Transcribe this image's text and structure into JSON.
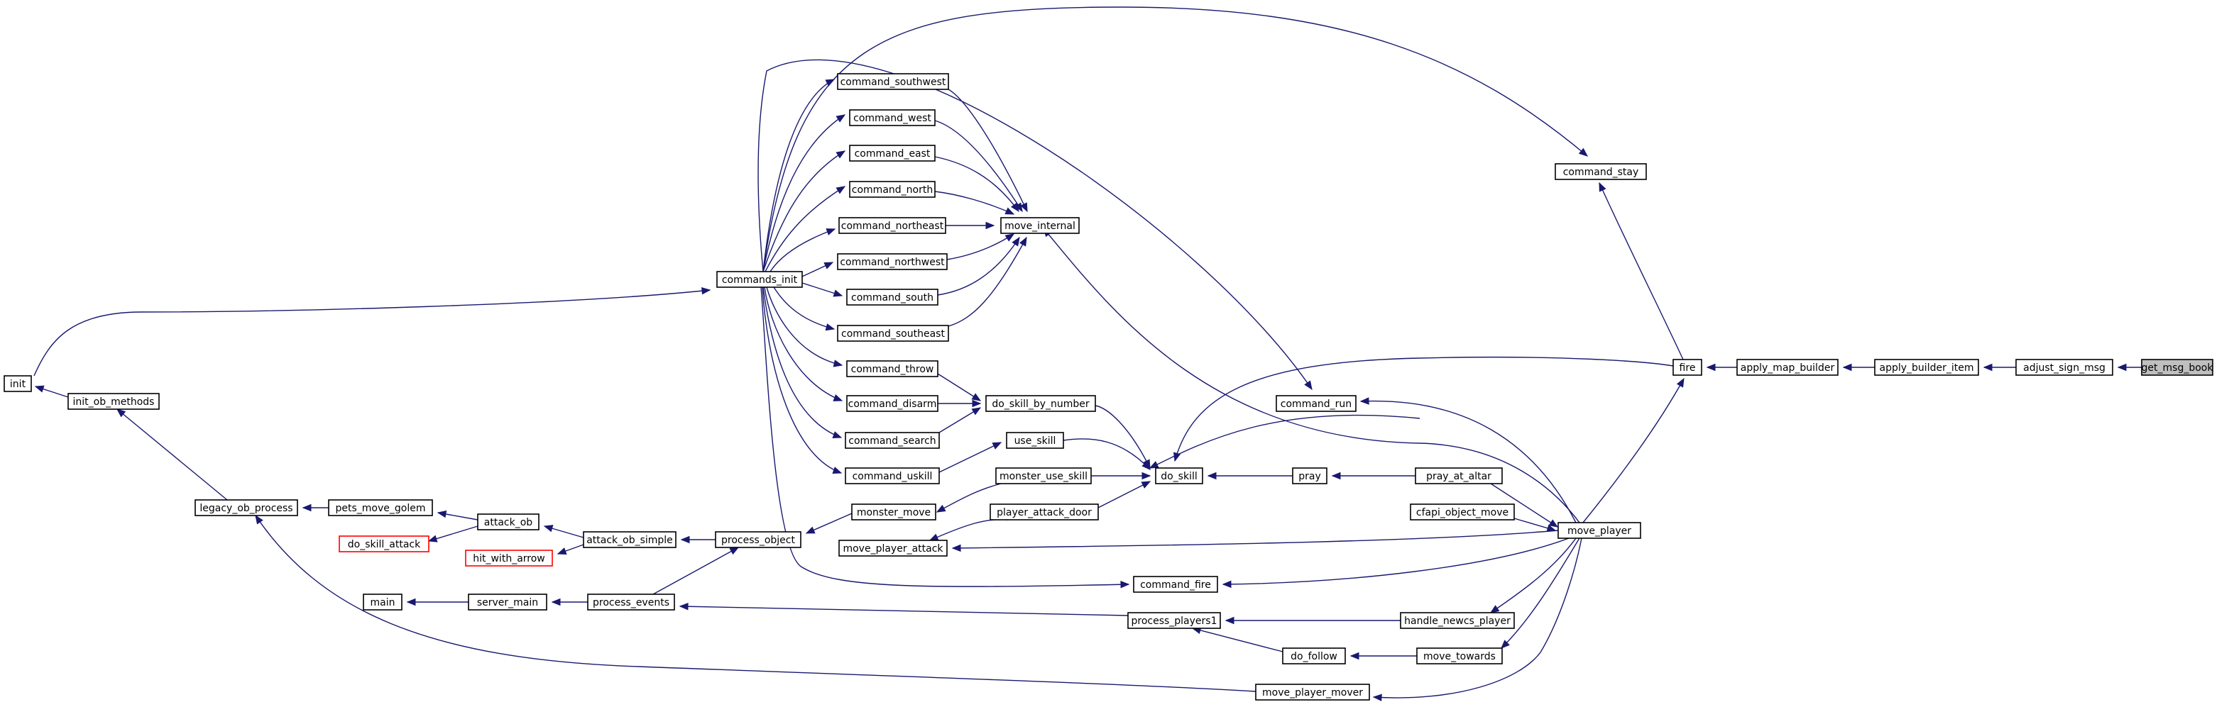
{
  "nodes": {
    "get_msg_book": "get_msg_book",
    "adjust_sign_msg": "adjust_sign_msg",
    "apply_builder_item": "apply_builder_item",
    "apply_map_builder": "apply_map_builder",
    "fire": "fire",
    "command_stay": "command_stay",
    "command_run": "command_run",
    "move_player": "move_player",
    "cfapi_object_move": "cfapi_object_move",
    "pray_at_altar": "pray_at_altar",
    "pray": "pray",
    "do_skill": "do_skill",
    "use_skill": "use_skill",
    "monster_use_skill": "monster_use_skill",
    "player_attack_door": "player_attack_door",
    "do_skill_by_number": "do_skill_by_number",
    "move_internal": "move_internal",
    "command_southwest": "command_southwest",
    "command_west": "command_west",
    "command_east": "command_east",
    "command_north": "command_north",
    "command_northeast": "command_northeast",
    "command_northwest": "command_northwest",
    "command_south": "command_south",
    "command_southeast": "command_southeast",
    "command_throw": "command_throw",
    "command_disarm": "command_disarm",
    "command_search": "command_search",
    "command_uskill": "command_uskill",
    "commands_init": "commands_init",
    "init": "init",
    "init_ob_methods": "init_ob_methods",
    "legacy_ob_process": "legacy_ob_process",
    "pets_move_golem": "pets_move_golem",
    "attack_ob": "attack_ob",
    "do_skill_attack": "do_skill_attack",
    "hit_with_arrow": "hit_with_arrow",
    "attack_ob_simple": "attack_ob_simple",
    "process_object": "process_object",
    "monster_move": "monster_move",
    "move_player_attack": "move_player_attack",
    "command_fire": "command_fire",
    "main": "main",
    "server_main": "server_main",
    "process_events": "process_events",
    "process_players1": "process_players1",
    "handle_newcs_player": "handle_newcs_player",
    "do_follow": "do_follow",
    "move_towards": "move_towards",
    "move_player_mover": "move_player_mover"
  },
  "colors": {
    "edge": "#191970",
    "root_fill": "#bfbfbf",
    "node_border": "#000000",
    "missing_doc_border": "#ff0000"
  }
}
